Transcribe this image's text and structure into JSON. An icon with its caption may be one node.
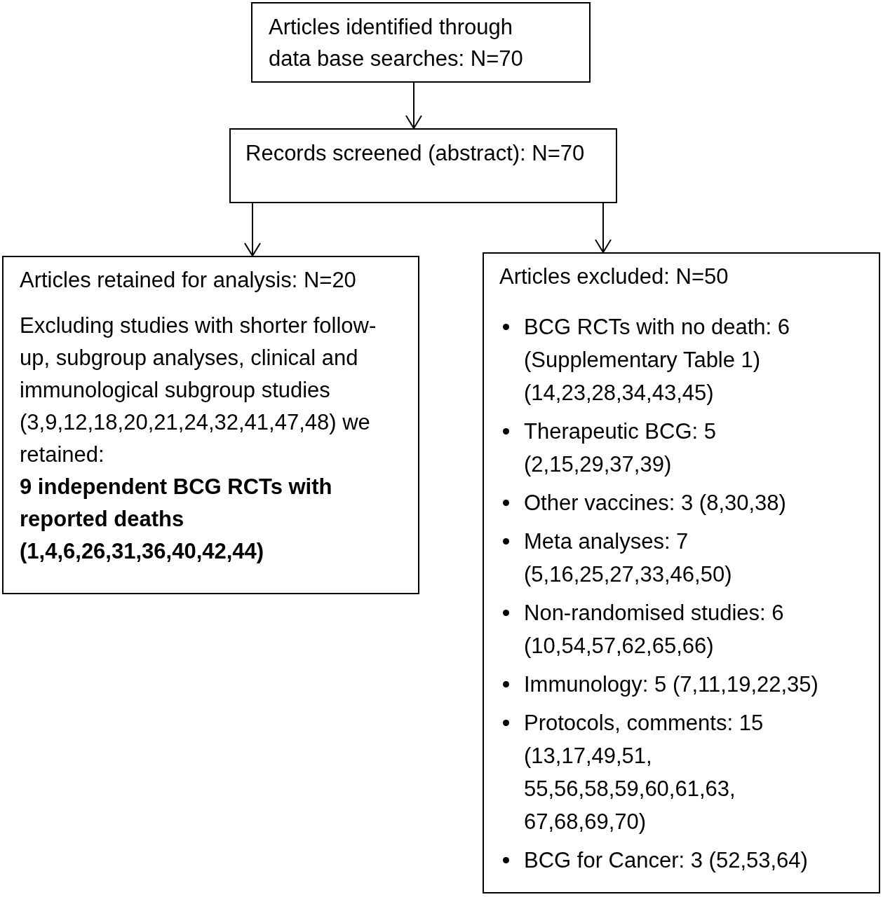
{
  "diagram": {
    "nodes": [
      {
        "text": [
          "Articles identified through data base searches: N=70"
        ]
      },
      {
        "text": [
          "Records screened (abstract): N=70"
        ]
      },
      {
        "text": [
          "Articles retained for analysis: N=20",
          "Excluding studies with shorter follow-up, subgroup analyses, clinical and immunological subgroup studies (3,9,12,18,20,21,24,32,41,47,48) we retained:",
          "9 independent BCG RCTs with reported deaths (1,4,6,26,31,36,40,42,44)"
        ]
      },
      {
        "text": [
          "Articles excluded: N=50",
          "BCG RCTs with no death: 6 (Supplementary Table 1) (14,23,28,34,43,45)",
          "Therapeutic BCG: 5 (2,15,29,37,39)",
          "Other vaccines: 3 (8,30,38)",
          "Meta analyses: 7 (5,16,25,27,33,46,50)",
          "Non-randomised studies: 6 (10,54,57,62,65,66)",
          "Immunology: 5 (7,11,19,22,35)",
          "Protocols, comments: 15 (13,17,49,51, 55,56,58,59,60,61,63, 67,68,69,70)",
          "BCG for Cancer: 3 (52,53,64)"
        ]
      }
    ],
    "edges": [
      {
        "from": 0,
        "to": 1,
        "arrow": "to"
      },
      {
        "from": 1,
        "to": 2,
        "arrow": "to"
      },
      {
        "from": 1,
        "to": 3,
        "arrow": "to"
      }
    ]
  }
}
